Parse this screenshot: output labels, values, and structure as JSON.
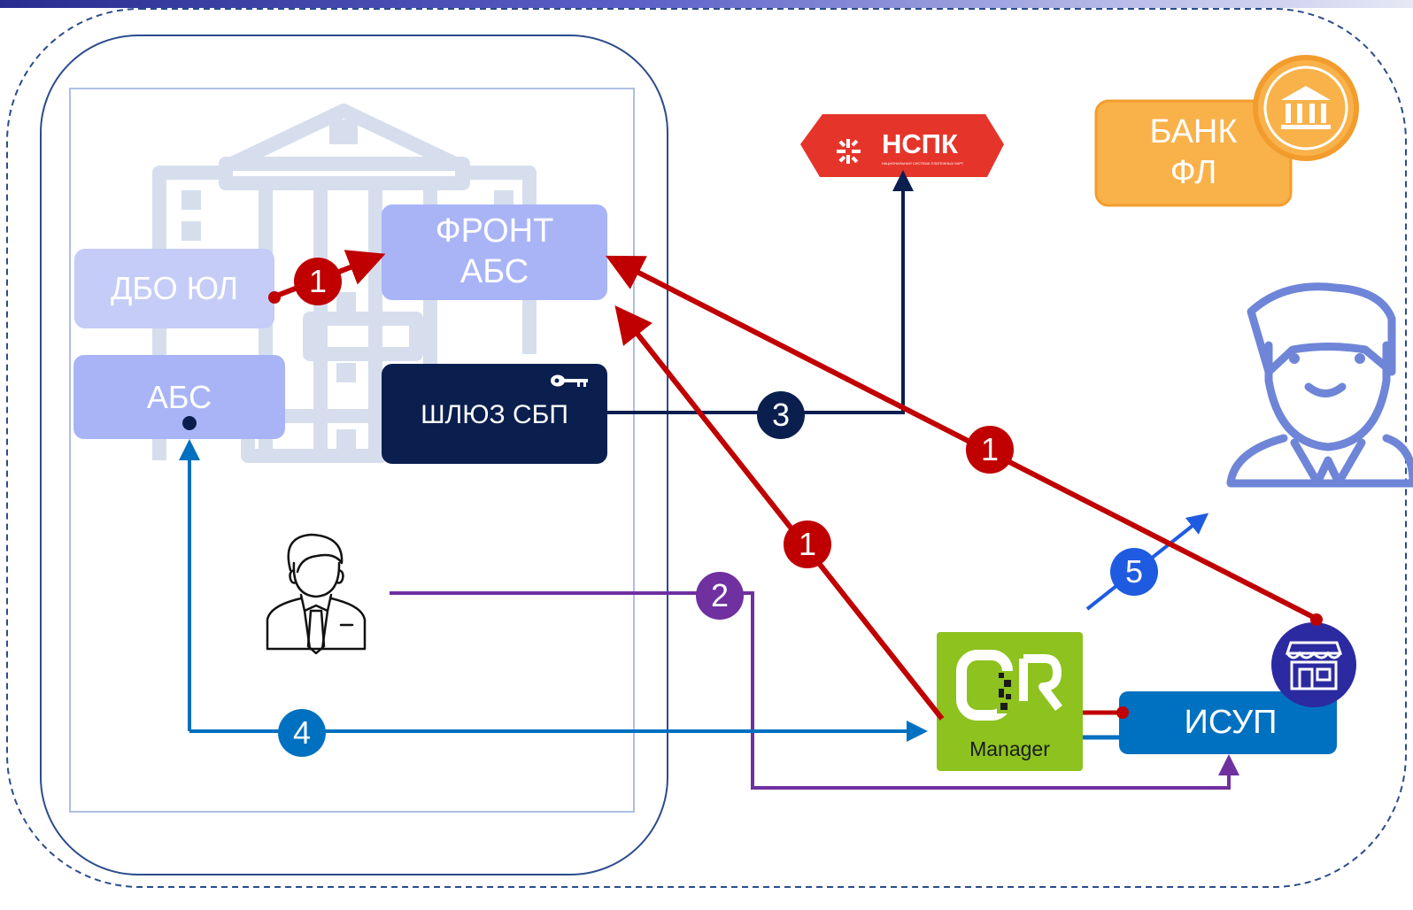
{
  "boxes": {
    "dbo_ul": "ДБО ЮЛ",
    "front_abs": "ФРОНТ\nАБС",
    "abs": "АБС",
    "gateway_sbp": "ШЛЮЗ СБП",
    "bank_fl": "БАНК\nФЛ",
    "isup": "ИСУП"
  },
  "logos": {
    "nspk": "НСПК",
    "nspk_caption": "НАЦИОНАЛЬНАЯ СИСТЕМА ПЛАТЕЖНЫХ КАРТ",
    "qr_manager": "Manager"
  },
  "steps": {
    "dbo_to_front": "1",
    "merchant_to_front": "1",
    "qr_to_front": "1",
    "gateway_to_nspk": "3",
    "employee_to_isup": "2",
    "abs_to_qr": "4",
    "qr_to_client": "5"
  },
  "icons": [
    "bank-building-icon",
    "key-icon",
    "employee-icon",
    "client-person-icon",
    "store-icon",
    "bank-columns-icon"
  ],
  "colors": {
    "red": "#c00000",
    "navy": "#0b1f4f",
    "purple": "#7030a0",
    "blue": "#0070c0",
    "bright_blue": "#1f5be0",
    "light_box": "#a9b4f7",
    "orange": "#f9b24a",
    "qr_green": "#8dc21f",
    "nspk_red": "#e5352b"
  }
}
